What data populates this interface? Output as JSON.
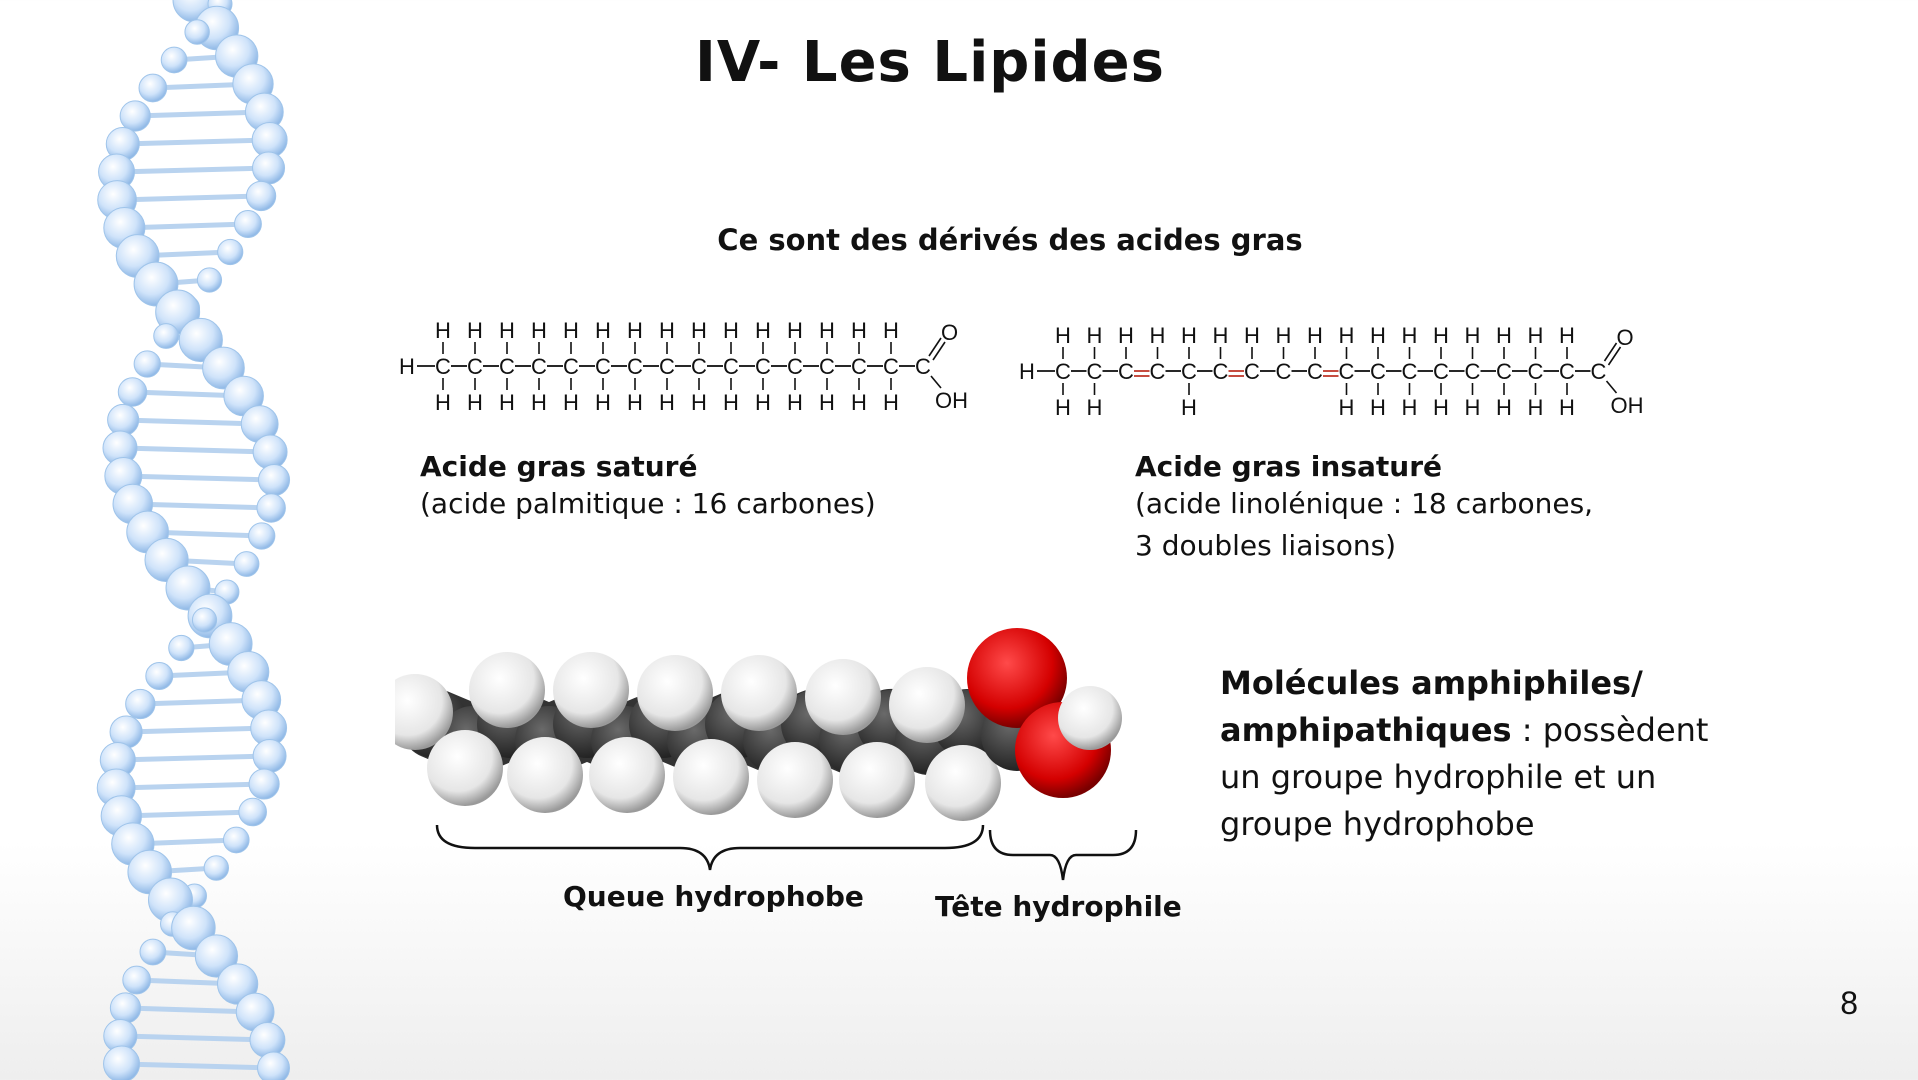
{
  "slide": {
    "title": "IV- Les Lipides",
    "subtitle": "Ce sont des dérivés des acides gras",
    "page_number": "8"
  },
  "saturated": {
    "label": "Acide gras saturé",
    "detail": "(acide palmitique : 16 carbones)",
    "formula": {
      "left": "H",
      "carbon_atom": "C",
      "hydrogen_atom": "H",
      "oxygen": "O",
      "hydroxyl": "OH"
    }
  },
  "unsaturated": {
    "label": "Acide gras insaturé",
    "detail_line1": "(acide linolénique : 18 carbones,",
    "detail_line2": "3 doubles liaisons)",
    "double_bond_color": "#c0392b"
  },
  "model": {
    "tail_label": "Queue hydrophobe",
    "head_label": "Tête hydrophile",
    "colors": {
      "carbon": "#3a3a3a",
      "hydrogen": "#f4f4f4",
      "oxygen": "#d40000"
    }
  },
  "amphiphilic": {
    "bold_line1": "Molécules amphiphiles/",
    "bold_line2": "amphipathiques",
    "text_line2_rest": " : possèdent",
    "text_line3": "un groupe hydrophile et un",
    "text_line4": "groupe hydrophobe"
  }
}
